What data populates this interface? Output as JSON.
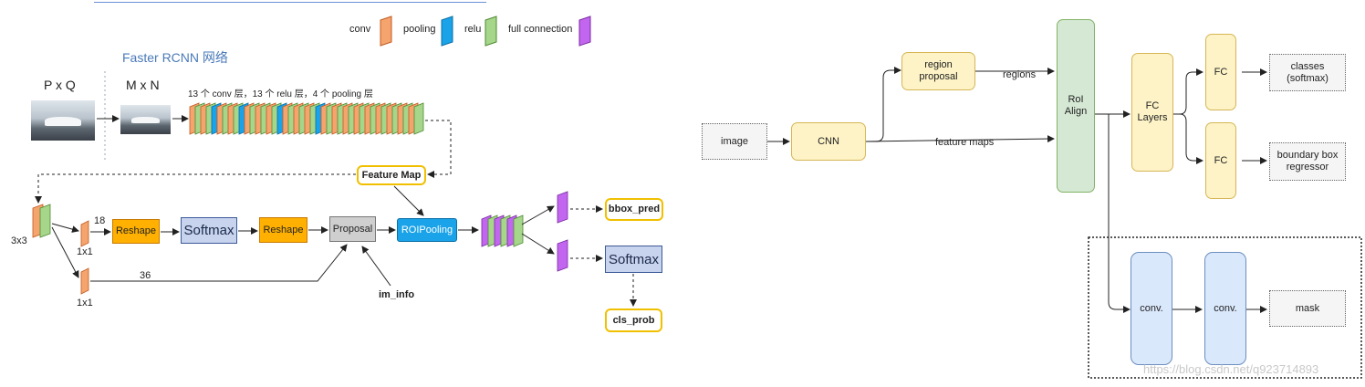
{
  "left": {
    "title": "Faster RCNN 网络",
    "legend": [
      {
        "label": "conv",
        "color": "#f5a46e"
      },
      {
        "label": "pooling",
        "color": "#1aa3e8"
      },
      {
        "label": "relu",
        "color": "#a6d68a"
      },
      {
        "label": "full connection",
        "color": "#c266f0"
      }
    ],
    "pq_label": "P x Q",
    "mn_label": "M x N",
    "layers_caption": "13 个 conv 层，13 个 relu 层，4 个 pooling 层",
    "feature_map": "Feature Map",
    "kernel_3x3": "3x3",
    "num_18": "18",
    "num_36": "36",
    "kernel_1x1_top": "1x1",
    "kernel_1x1_bottom": "1x1",
    "reshape_1": "Reshape",
    "softmax_1": "Softmax",
    "reshape_2": "Reshape",
    "proposal": "Proposal",
    "roipooling": "ROIPooling",
    "im_info": "im_info",
    "bbox_pred": "bbox_pred",
    "softmax_2": "Softmax",
    "cls_prob": "cls_prob"
  },
  "right": {
    "image": "image",
    "cnn": "CNN",
    "region_proposal": "region\nproposal",
    "regions": "regions",
    "feature_maps": "feature maps",
    "roi_align": "RoI\nAlign",
    "fc_layers": "FC\nLayers",
    "fc_top": "FC",
    "fc_bottom": "FC",
    "classes": "classes\n(softmax)",
    "boundary_box": "boundary box\nregressor",
    "conv1": "conv.",
    "conv2": "conv.",
    "mask": "mask",
    "watermark": "https://blog.csdn.net/q923714893"
  }
}
